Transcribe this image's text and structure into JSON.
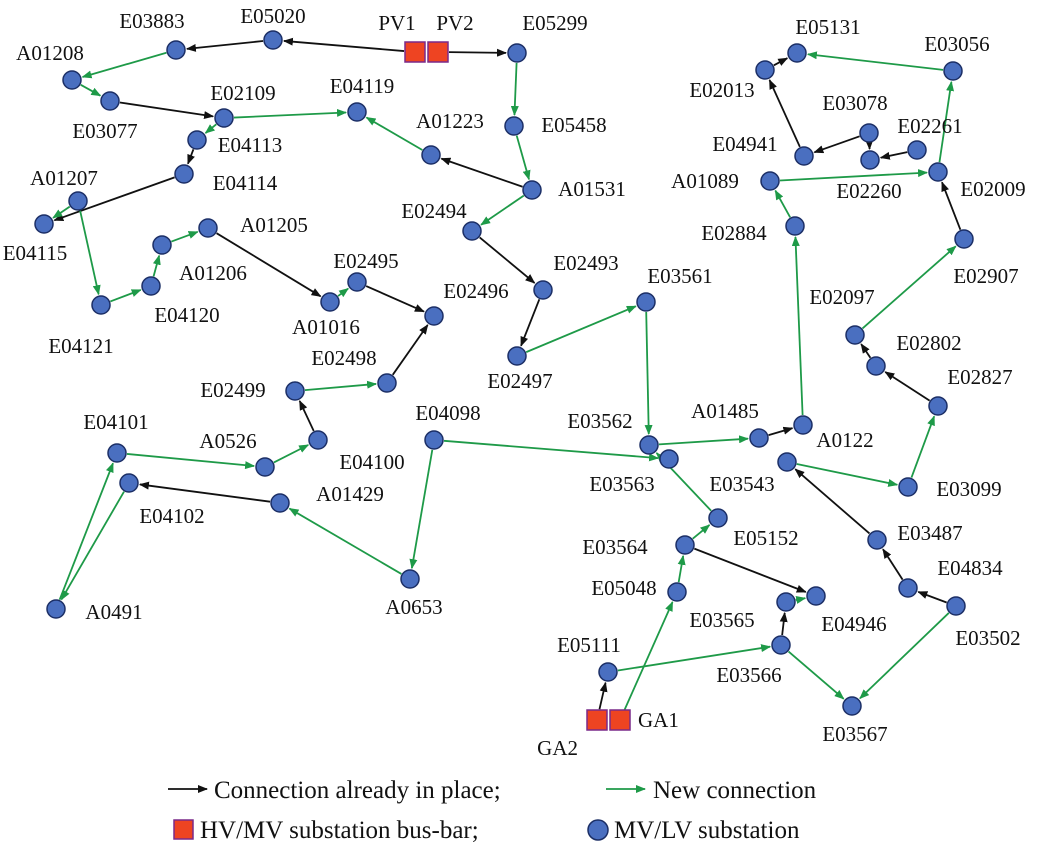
{
  "colors": {
    "existing": "#111111",
    "new": "#1e9a48",
    "node_fill": "#4a6fc0",
    "node_stroke": "#1c2f66",
    "sub_fill": "#ee4422",
    "sub_stroke": "#7a2a8a"
  },
  "substations": [
    {
      "id": "PV1",
      "label": "PV1"
    },
    {
      "id": "PV2",
      "label": "PV2"
    },
    {
      "id": "GA1",
      "label": "GA1"
    },
    {
      "id": "GA2",
      "label": "GA2"
    }
  ],
  "nodes": [
    {
      "id": "E05020",
      "label": "E05020"
    },
    {
      "id": "E03883",
      "label": "E03883"
    },
    {
      "id": "A01208",
      "label": "A01208"
    },
    {
      "id": "E03077",
      "label": "E03077"
    },
    {
      "id": "E02109",
      "label": "E02109"
    },
    {
      "id": "E04119",
      "label": "E04119"
    },
    {
      "id": "E04113",
      "label": "E04113"
    },
    {
      "id": "E04114",
      "label": "E04114"
    },
    {
      "id": "A01207",
      "label": "A01207"
    },
    {
      "id": "E04115",
      "label": "E04115"
    },
    {
      "id": "E04121",
      "label": "E04121"
    },
    {
      "id": "E04120",
      "label": "E04120"
    },
    {
      "id": "A01206",
      "label": "A01206"
    },
    {
      "id": "A01205",
      "label": "A01205"
    },
    {
      "id": "A01016",
      "label": "A01016"
    },
    {
      "id": "E02495",
      "label": "E02495"
    },
    {
      "id": "E02496",
      "label": "E02496"
    },
    {
      "id": "E02498",
      "label": "E02498"
    },
    {
      "id": "E02499",
      "label": "E02499"
    },
    {
      "id": "E04100",
      "label": "E04100"
    },
    {
      "id": "A0526",
      "label": "A0526"
    },
    {
      "id": "E04101",
      "label": "E04101"
    },
    {
      "id": "E04102",
      "label": "E04102"
    },
    {
      "id": "A01429",
      "label": "A01429"
    },
    {
      "id": "A0491",
      "label": "A0491"
    },
    {
      "id": "A0653",
      "label": "A0653"
    },
    {
      "id": "E04098",
      "label": "E04098"
    },
    {
      "id": "E05299",
      "label": "E05299"
    },
    {
      "id": "E05458",
      "label": "E05458"
    },
    {
      "id": "A01223",
      "label": "A01223"
    },
    {
      "id": "A01531",
      "label": "A01531"
    },
    {
      "id": "E02494",
      "label": "E02494"
    },
    {
      "id": "E02493",
      "label": "E02493"
    },
    {
      "id": "E02497",
      "label": "E02497"
    },
    {
      "id": "E03561",
      "label": "E03561"
    },
    {
      "id": "E03562",
      "label": "E03562"
    },
    {
      "id": "E03563",
      "label": "E03563"
    },
    {
      "id": "A01485",
      "label": "A01485"
    },
    {
      "id": "A0122",
      "label": "A0122"
    },
    {
      "id": "E05152",
      "label": "E05152"
    },
    {
      "id": "E03564",
      "label": "E03564"
    },
    {
      "id": "E05048",
      "label": "E05048"
    },
    {
      "id": "E03565",
      "label": "E03565"
    },
    {
      "id": "E04946",
      "label": "E04946"
    },
    {
      "id": "E03566",
      "label": "E03566"
    },
    {
      "id": "E05111",
      "label": "E05111"
    },
    {
      "id": "E03567",
      "label": "E03567"
    },
    {
      "id": "E03543",
      "label": "E03543"
    },
    {
      "id": "E03099",
      "label": "E03099"
    },
    {
      "id": "E03487",
      "label": "E03487"
    },
    {
      "id": "E04834",
      "label": "E04834"
    },
    {
      "id": "E03502",
      "label": "E03502"
    },
    {
      "id": "E02827",
      "label": "E02827"
    },
    {
      "id": "E02802",
      "label": "E02802"
    },
    {
      "id": "E02097",
      "label": "E02097"
    },
    {
      "id": "E02907",
      "label": "E02907"
    },
    {
      "id": "E02009",
      "label": "E02009"
    },
    {
      "id": "E02261",
      "label": "E02261"
    },
    {
      "id": "E02260",
      "label": "E02260"
    },
    {
      "id": "E03078",
      "label": "E03078"
    },
    {
      "id": "E04941",
      "label": "E04941"
    },
    {
      "id": "E02013",
      "label": "E02013"
    },
    {
      "id": "E05131",
      "label": "E05131"
    },
    {
      "id": "E03056",
      "label": "E03056"
    },
    {
      "id": "A01089",
      "label": "A01089"
    },
    {
      "id": "E02884",
      "label": "E02884"
    }
  ],
  "edges": [
    {
      "from": "PV1",
      "to": "E05020",
      "kind": "existing"
    },
    {
      "from": "E05020",
      "to": "E03883",
      "kind": "existing"
    },
    {
      "from": "E03883",
      "to": "A01208",
      "kind": "new"
    },
    {
      "from": "A01208",
      "to": "E03077",
      "kind": "new"
    },
    {
      "from": "E03077",
      "to": "E02109",
      "kind": "existing"
    },
    {
      "from": "E02109",
      "to": "E04119",
      "kind": "new"
    },
    {
      "from": "E02109",
      "to": "E04113",
      "kind": "new"
    },
    {
      "from": "E04113",
      "to": "E04114",
      "kind": "existing"
    },
    {
      "from": "E04114",
      "to": "E04115",
      "kind": "existing"
    },
    {
      "from": "A01207",
      "to": "E04115",
      "kind": "new"
    },
    {
      "from": "A01207",
      "to": "E04121",
      "kind": "new"
    },
    {
      "from": "E04121",
      "to": "E04120",
      "kind": "new"
    },
    {
      "from": "E04120",
      "to": "A01206",
      "kind": "new"
    },
    {
      "from": "A01206",
      "to": "A01205",
      "kind": "new"
    },
    {
      "from": "A01205",
      "to": "A01016",
      "kind": "existing"
    },
    {
      "from": "A01016",
      "to": "E02495",
      "kind": "new"
    },
    {
      "from": "E02495",
      "to": "E02496",
      "kind": "existing"
    },
    {
      "from": "E02498",
      "to": "E02496",
      "kind": "existing"
    },
    {
      "from": "E02499",
      "to": "E02498",
      "kind": "new"
    },
    {
      "from": "E04100",
      "to": "E02499",
      "kind": "existing"
    },
    {
      "from": "A0526",
      "to": "E04100",
      "kind": "new"
    },
    {
      "from": "E04101",
      "to": "A0526",
      "kind": "new"
    },
    {
      "from": "A0491",
      "to": "E04101",
      "kind": "new"
    },
    {
      "from": "E04102",
      "to": "A0491",
      "kind": "new"
    },
    {
      "from": "A01429",
      "to": "E04102",
      "kind": "existing"
    },
    {
      "from": "A0653",
      "to": "A01429",
      "kind": "new"
    },
    {
      "from": "E04098",
      "to": "A0653",
      "kind": "new"
    },
    {
      "from": "E04098",
      "to": "E03563",
      "kind": "new"
    },
    {
      "from": "PV2",
      "to": "E05299",
      "kind": "existing"
    },
    {
      "from": "E05299",
      "to": "E05458",
      "kind": "new"
    },
    {
      "from": "E05458",
      "to": "A01531",
      "kind": "new"
    },
    {
      "from": "A01531",
      "to": "A01223",
      "kind": "existing"
    },
    {
      "from": "A01223",
      "to": "E04119",
      "kind": "new"
    },
    {
      "from": "A01531",
      "to": "E02494",
      "kind": "new"
    },
    {
      "from": "E02494",
      "to": "E02493",
      "kind": "existing"
    },
    {
      "from": "E02493",
      "to": "E02497",
      "kind": "existing"
    },
    {
      "from": "E02497",
      "to": "E03561",
      "kind": "new"
    },
    {
      "from": "E03561",
      "to": "E03562",
      "kind": "new"
    },
    {
      "from": "E03562",
      "to": "A01485",
      "kind": "new"
    },
    {
      "from": "A01485",
      "to": "A0122",
      "kind": "existing"
    },
    {
      "from": "A0122",
      "to": "E02884",
      "kind": "new"
    },
    {
      "from": "E02884",
      "to": "A01089",
      "kind": "new"
    },
    {
      "from": "A01089",
      "to": "E02009",
      "kind": "new"
    },
    {
      "from": "E02009",
      "to": "E03056",
      "kind": "new"
    },
    {
      "from": "E03056",
      "to": "E05131",
      "kind": "new"
    },
    {
      "from": "E02013",
      "to": "E05131",
      "kind": "existing"
    },
    {
      "from": "E04941",
      "to": "E02013",
      "kind": "existing"
    },
    {
      "from": "E03078",
      "to": "E04941",
      "kind": "existing"
    },
    {
      "from": "E03078",
      "to": "E02260",
      "kind": "existing"
    },
    {
      "from": "E02261",
      "to": "E02260",
      "kind": "existing"
    },
    {
      "from": "E02907",
      "to": "E02009",
      "kind": "existing"
    },
    {
      "from": "E02097",
      "to": "E02907",
      "kind": "new"
    },
    {
      "from": "E02802",
      "to": "E02097",
      "kind": "existing"
    },
    {
      "from": "E02827",
      "to": "E02802",
      "kind": "existing"
    },
    {
      "from": "E03099",
      "to": "E02827",
      "kind": "new"
    },
    {
      "from": "E03543",
      "to": "E03099",
      "kind": "new"
    },
    {
      "from": "E03487",
      "to": "E03543",
      "kind": "existing"
    },
    {
      "from": "E04834",
      "to": "E03487",
      "kind": "existing"
    },
    {
      "from": "E03502",
      "to": "E04834",
      "kind": "existing"
    },
    {
      "from": "E03502",
      "to": "E03567",
      "kind": "new"
    },
    {
      "from": "E03566",
      "to": "E03567",
      "kind": "new"
    },
    {
      "from": "E05111",
      "to": "E03566",
      "kind": "new"
    },
    {
      "from": "GA2",
      "to": "E05111",
      "kind": "existing"
    },
    {
      "from": "GA1",
      "to": "E05048",
      "kind": "new"
    },
    {
      "from": "E05048",
      "to": "E03564",
      "kind": "new"
    },
    {
      "from": "E03564",
      "to": "E05152",
      "kind": "new"
    },
    {
      "from": "E05152",
      "to": "E03562",
      "kind": "new"
    },
    {
      "from": "E03564",
      "to": "E04946",
      "kind": "existing"
    },
    {
      "from": "E03566",
      "to": "E03565",
      "kind": "existing"
    },
    {
      "from": "E03565",
      "to": "E04946",
      "kind": "new"
    }
  ],
  "legend": {
    "existing_label": "Connection already in place;",
    "new_label": "New connection",
    "substation_label": "HV/MV substation bus-bar;",
    "node_label": "MV/LV substation"
  }
}
